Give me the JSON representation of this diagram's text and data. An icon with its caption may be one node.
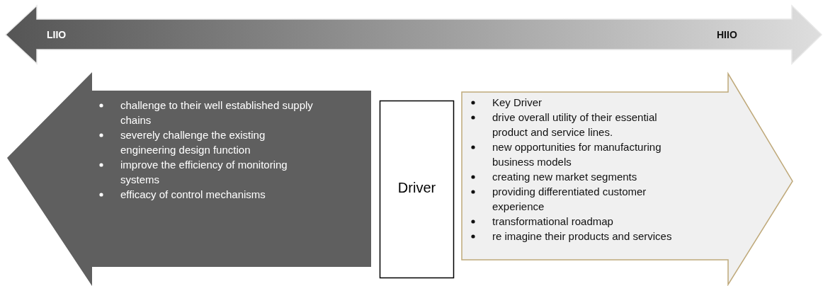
{
  "diagram": {
    "nodes": [
      {
        "text": [
          "LIIO",
          "HIIO"
        ]
      },
      {
        "text": [
          "challenge to their well established supply chains",
          "severely challenge the existing engineering design function",
          "improve the efficiency of monitoring systems",
          "efficacy of control mechanisms"
        ]
      },
      {
        "text": [
          "Driver"
        ]
      },
      {
        "text": [
          "Key Driver",
          "drive overall utility of their essential product and service lines.",
          "new opportunities for manufacturing business models",
          "creating new market segments",
          "providing differentiated customer experience",
          "transformational roadmap",
          "re imagine their products and services"
        ]
      }
    ]
  }
}
